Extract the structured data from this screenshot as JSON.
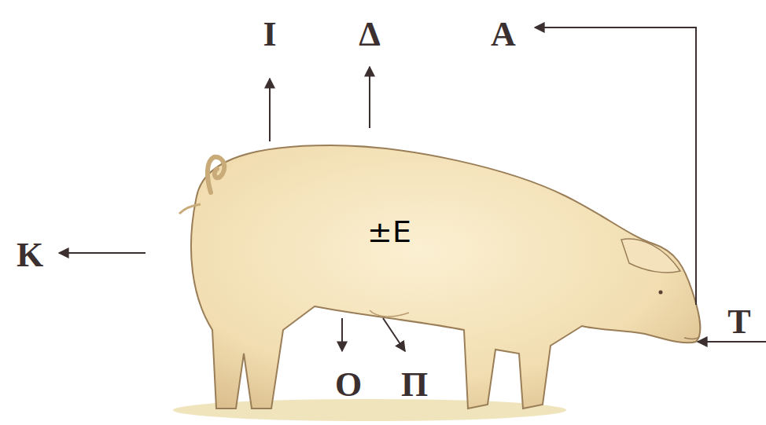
{
  "diagram": {
    "labels": [
      "Ι",
      "Δ",
      "Α",
      "Κ",
      "±Ε",
      "Ο",
      "Π",
      "Τ"
    ]
  }
}
